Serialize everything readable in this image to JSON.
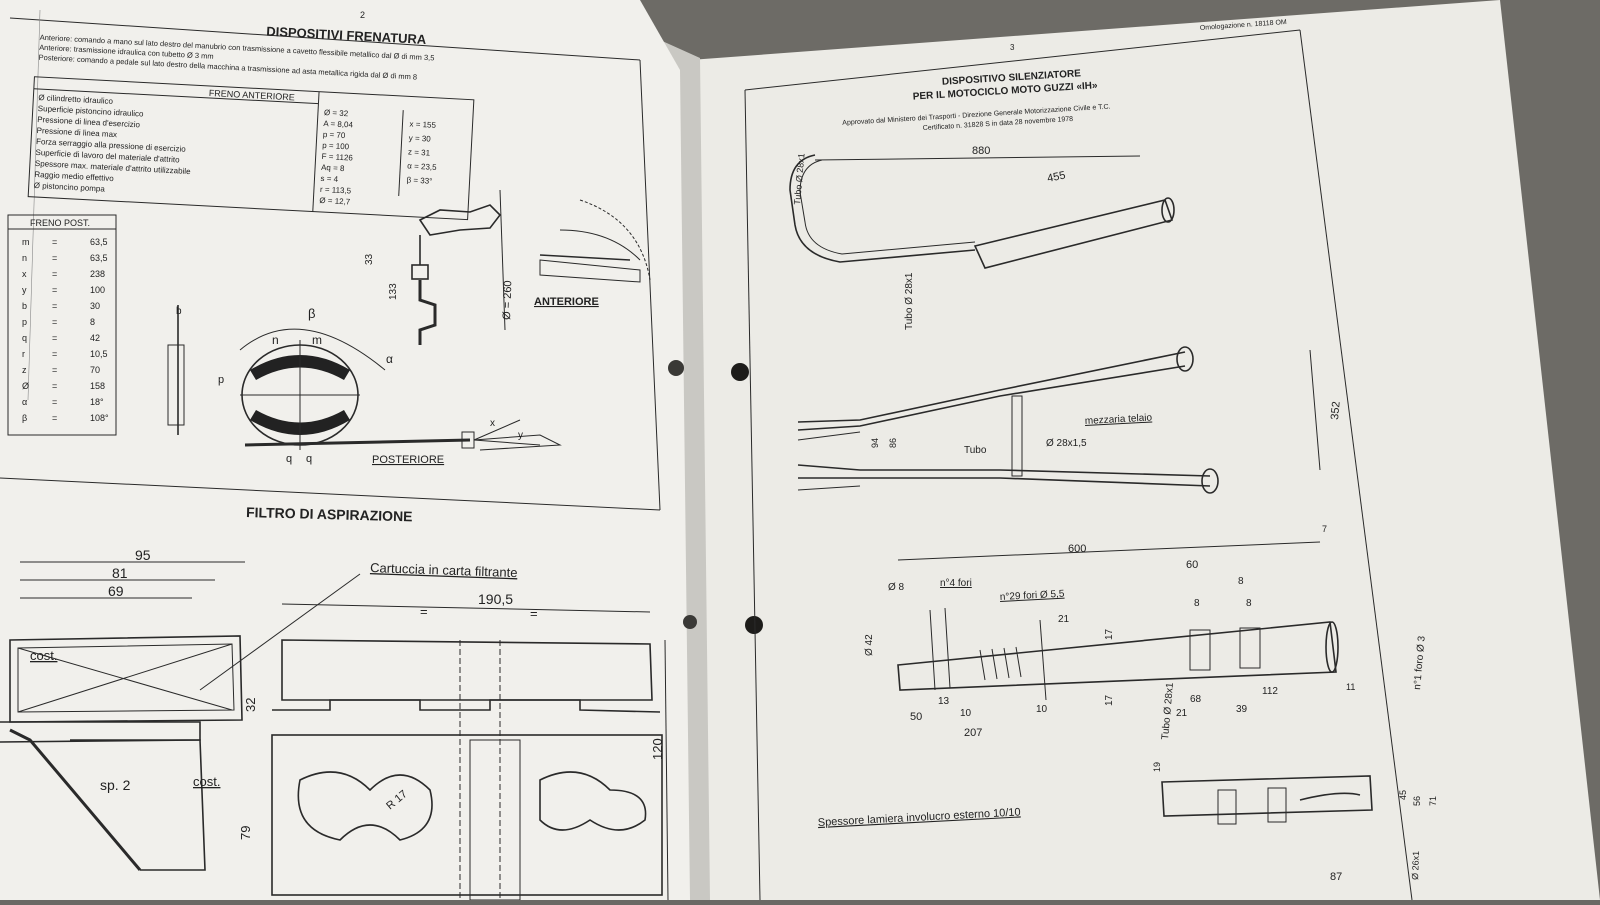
{
  "left_page": {
    "page_number": "2",
    "brake_title": "DISPOSITIVI FRENATURA",
    "brake_lines": [
      "Anteriore: comando a mano sul lato destro del manubrio con trasmissione a cavetto flessibile metallico dal Ø di mm 3,5",
      "Anteriore: trasmissione idraulica con tubetto Ø 3 mm",
      "Posteriore: comando a pedale sul lato destro della macchina a trasmissione ad asta metallica rigida dal Ø di mm 8"
    ],
    "front_table": {
      "header": "FRENO ANTERIORE",
      "labels": [
        "Ø cilindretto idraulico",
        "Superficie pistoncino idraulico",
        "Pressione di linea d'esercizio",
        "Pressione di linea max",
        "Forza serraggio alla pressione di esercizio",
        "Superficie di lavoro del materiale d'attrito",
        "Spessore max. materiale d'attrito utilizzabile",
        "Raggio medio effettivo",
        "Ø pistoncino pompa"
      ],
      "values": [
        "Ø = 32",
        "A = 8,04",
        "p = 70",
        "p = 100",
        "F = 1126",
        "Aq = 8",
        "s = 4",
        "r = 113,5",
        "Ø = 12,7"
      ],
      "extras": [
        "x = 155",
        "y = 30",
        "z = 31",
        "α = 23,5",
        "β = 33°"
      ]
    },
    "rear_table": {
      "header": "FRENO POST.",
      "rows": [
        [
          "m",
          "=",
          "63,5"
        ],
        [
          "n",
          "=",
          "63,5"
        ],
        [
          "x",
          "=",
          "238"
        ],
        [
          "y",
          "=",
          "100"
        ],
        [
          "b",
          "=",
          "30"
        ],
        [
          "p",
          "=",
          "8"
        ],
        [
          "q",
          "=",
          "42"
        ],
        [
          "r",
          "=",
          "10,5"
        ],
        [
          "z",
          "=",
          "70"
        ],
        [
          "Ø",
          "=",
          "158"
        ],
        [
          "α",
          "=",
          "18°"
        ],
        [
          "β",
          "=",
          "108°"
        ]
      ]
    },
    "brake_drawing": {
      "label_anteriore": "ANTERIORE",
      "label_posteriore": "POSTERIORE",
      "dims": [
        "33",
        "133",
        "Ø = 260",
        "b",
        "n",
        "m",
        "β",
        "p",
        "q",
        "q",
        "α",
        "x",
        "y"
      ]
    },
    "filter_title": "FILTRO DI ASPIRAZIONE",
    "filter_drawing": {
      "dim_95": "95",
      "dim_81": "81",
      "dim_69": "69",
      "cartridge_label": "Cartuccia in carta filtrante",
      "dim_190": "190,5",
      "eq_left": "=",
      "eq_right": "=",
      "cost_top": "cost.",
      "cost_bottom": "cost.",
      "dim_32": "32",
      "sp_label": "sp. 2",
      "dim_79": "79",
      "dim_120": "120",
      "radius_label": "R 17"
    }
  },
  "right_page": {
    "page_number": "3",
    "corner_note": "Omologazione n. 18118 OM",
    "title_line1": "DISPOSITIVO SILENZIATORE",
    "title_line2": "PER IL MOTOCICLO MOTO GUZZI «IH»",
    "approval_line1": "Approvato dal Ministero dei Trasporti - Direzione Generale Motorizzazione Civile e T.C.",
    "approval_line2": "Certificato n. 31828 S in data 28 novembre 1978",
    "top_dims": {
      "d880": "880",
      "d455": "455",
      "tubo_side": "Tubo Ø 28x1",
      "tubo_vertical": "Tubo Ø 28x1"
    },
    "middle_dims": {
      "d352": "352",
      "mezzaria": "mezzaria telaio",
      "tubo_label": "Tubo",
      "tubo_dim": "Ø 28x1,5",
      "d94": "94",
      "d86": "86"
    },
    "bottom_dims": {
      "d600": "600",
      "d7": "7",
      "d60": "60",
      "d8a": "8",
      "d8b": "8",
      "d8c": "8",
      "phi8": "Ø 8",
      "fori4": "n°4 fori",
      "fori29": "n°29 fori Ø 5,5",
      "d21": "21",
      "d17a": "17",
      "d17b": "17",
      "phi42": "Ø 42",
      "d13": "13",
      "d10a": "10",
      "d10b": "10",
      "d50": "50",
      "d207": "207",
      "d68": "68",
      "d112": "112",
      "d11": "11",
      "d21b": "21",
      "d39": "39",
      "tubo_phi": "Tubo Ø 28x1",
      "fori_right": "n°1 foro Ø 3",
      "d19": "19",
      "d45": "45",
      "d56": "56",
      "d71": "71",
      "d87": "87",
      "d26": "Ø 26x1",
      "spessore": "Spessore lamiera involucro esterno 10/10"
    }
  }
}
